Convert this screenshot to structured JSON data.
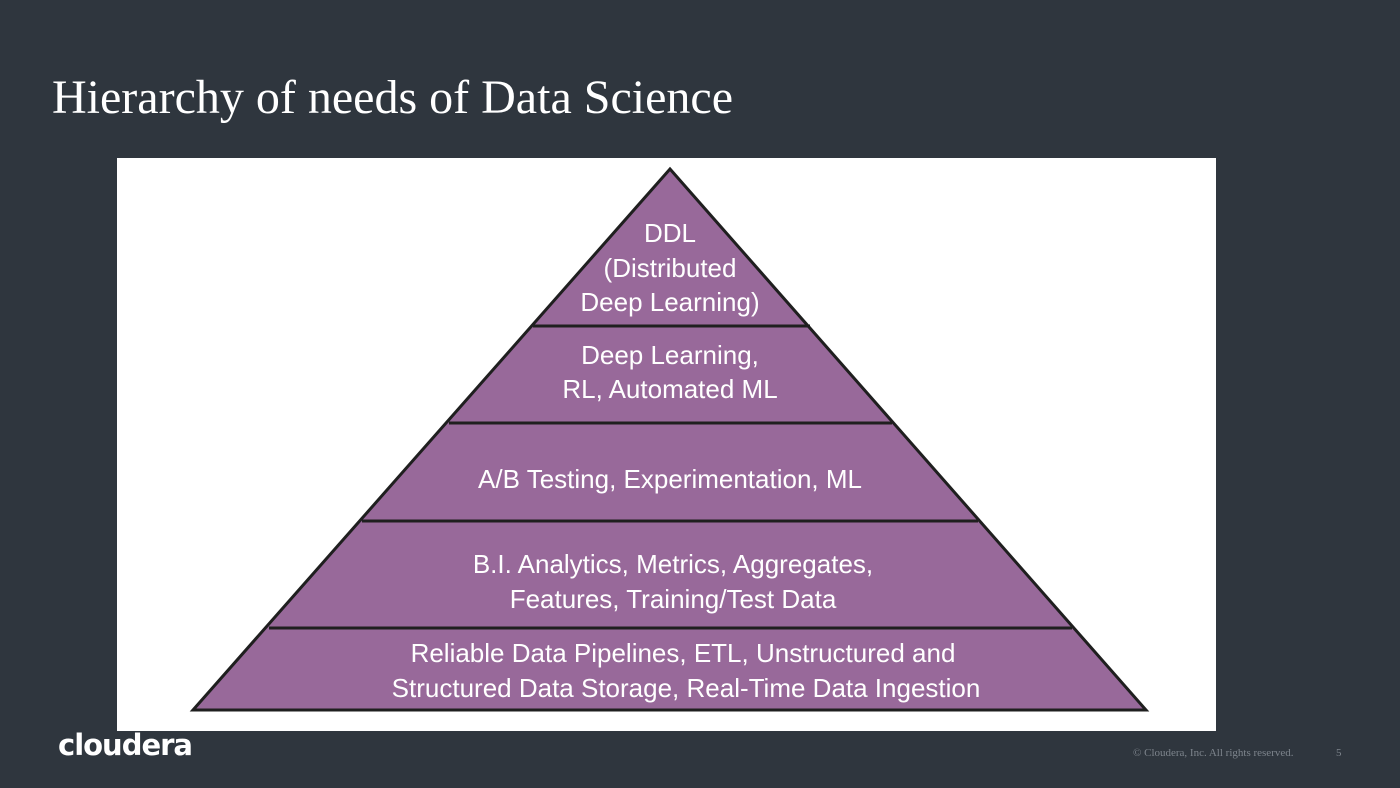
{
  "slide": {
    "title": "Hierarchy of needs of Data Science",
    "logo": "cloudera",
    "copyright": "© Cloudera, Inc. All rights reserved.",
    "page_number": "5"
  },
  "pyramid": {
    "fill_color": "#98699a",
    "line_color": "#1f1f1f",
    "levels_top_to_bottom": [
      {
        "lines": [
          "DDL",
          "(Distributed",
          "Deep Learning)"
        ]
      },
      {
        "lines": [
          "Deep Learning,",
          "RL, Automated ML"
        ]
      },
      {
        "lines": [
          "A/B Testing, Experimentation, ML"
        ]
      },
      {
        "lines": [
          "B.I. Analytics, Metrics, Aggregates,",
          "Features, Training/Test Data"
        ]
      },
      {
        "lines": [
          "Reliable Data Pipelines, ETL, Unstructured and",
          "Structured Data Storage, Real-Time Data Ingestion"
        ]
      }
    ]
  }
}
